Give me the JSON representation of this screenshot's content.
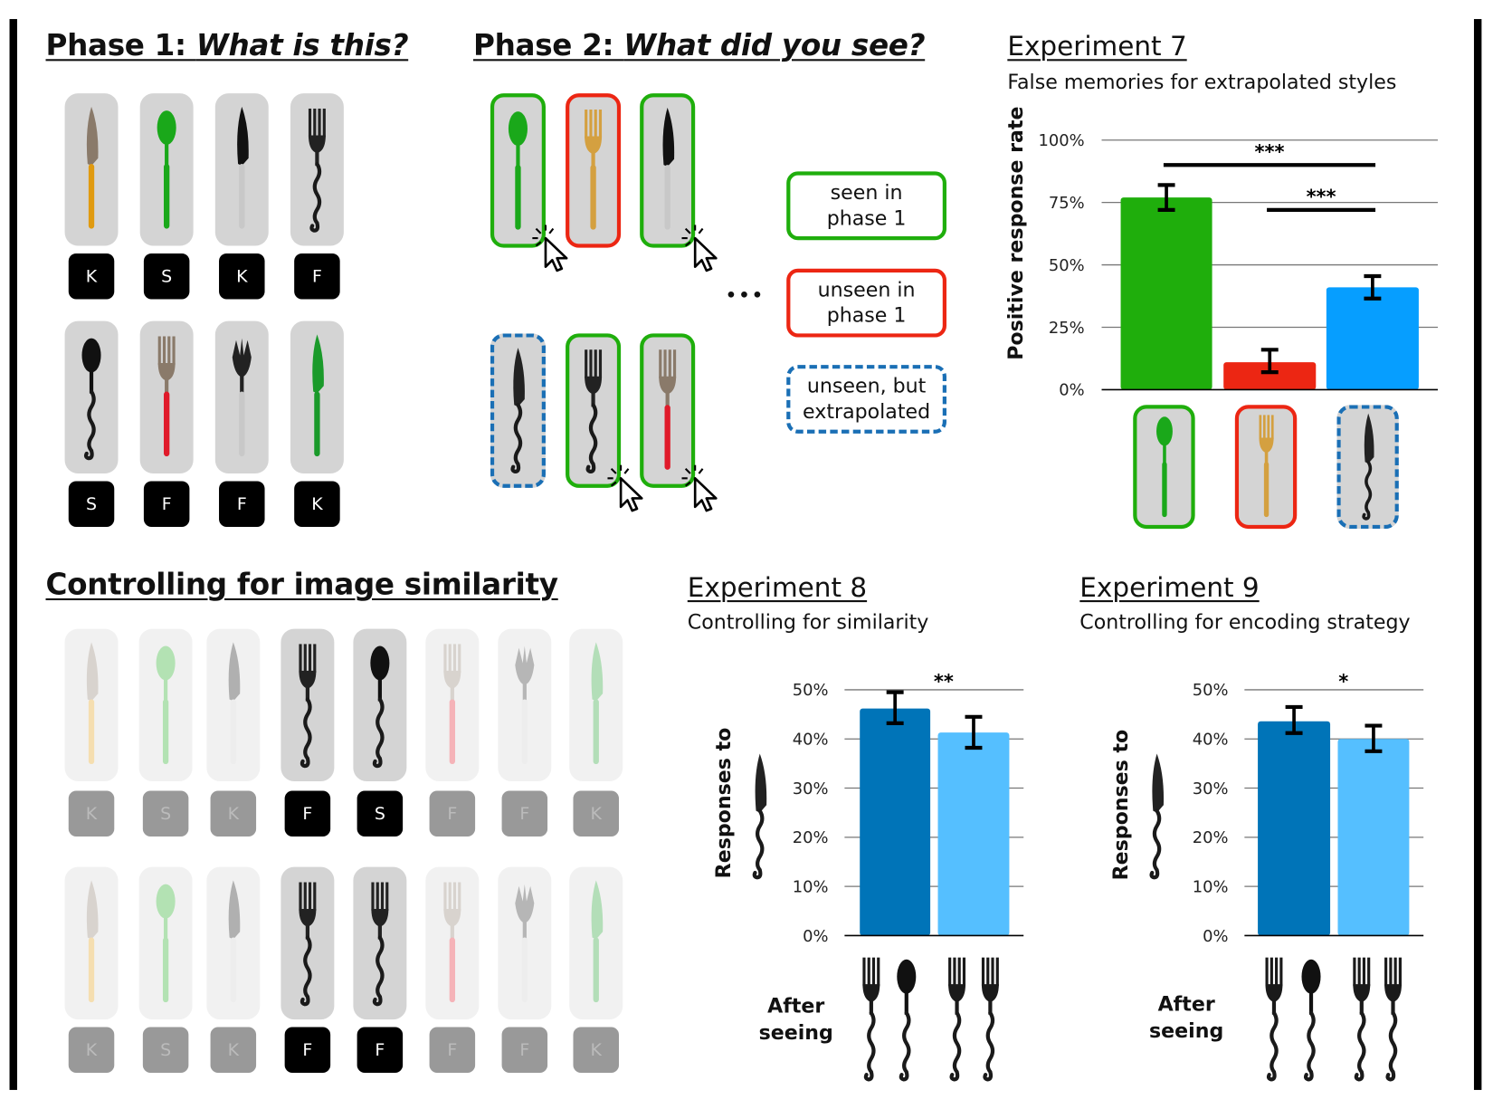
{
  "phase1": {
    "title_prefix": "Phase 1: ",
    "title_question": "What is this?",
    "tiles": [
      {
        "key": "K",
        "icon": "knife-icon",
        "blade": "#8a7a6a",
        "handle": "#e09a10"
      },
      {
        "key": "S",
        "icon": "spoon-icon",
        "blade": "#1aa81a",
        "handle": "#1aa81a"
      },
      {
        "key": "K",
        "icon": "knife-icon",
        "blade": "#111111",
        "handle": "#c8c8c8"
      },
      {
        "key": "F",
        "icon": "fork-icon",
        "blade": "#222222",
        "handle": "twisted"
      },
      {
        "key": "S",
        "icon": "spoon-icon",
        "blade": "#111111",
        "handle": "twisted"
      },
      {
        "key": "F",
        "icon": "fork-icon",
        "blade": "#8a7a6a",
        "handle": "#e01a2a"
      },
      {
        "key": "F",
        "icon": "spork-icon",
        "blade": "#222222",
        "handle": "#c8c8c8"
      },
      {
        "key": "K",
        "icon": "knife-icon",
        "blade": "#1a9a2a",
        "handle": "#1a9a2a"
      }
    ]
  },
  "phase2": {
    "title_prefix": "Phase 2: ",
    "title_question": "What did you see?",
    "cards": [
      {
        "status": "green",
        "icon": "spoon-icon",
        "blade": "#1aa81a",
        "handle": "#1aa81a",
        "clicked": true
      },
      {
        "status": "red",
        "icon": "fork-icon",
        "blade": "#d4a040",
        "handle": "#d4a040",
        "clicked": false
      },
      {
        "status": "green",
        "icon": "knife-icon",
        "blade": "#111111",
        "handle": "#c8c8c8",
        "clicked": true
      },
      {
        "status": "dashed",
        "icon": "knife-icon",
        "blade": "#222222",
        "handle": "twisted",
        "clicked": false
      },
      {
        "status": "green",
        "icon": "fork-icon",
        "blade": "#222222",
        "handle": "twisted",
        "clicked": true
      },
      {
        "status": "green",
        "icon": "fork-icon",
        "blade": "#8a7a6a",
        "handle": "#e01a2a",
        "clicked": true
      }
    ],
    "ellipsis": "• • •",
    "legend": [
      {
        "status": "green",
        "label": "seen in\nphase 1"
      },
      {
        "status": "red",
        "label": "unseen in\nphase 1"
      },
      {
        "status": "dashed",
        "label": "unseen, but\nextrapolated"
      }
    ]
  },
  "exp7": {
    "title": "Experiment 7",
    "subtitle": "False memories for extrapolated styles"
  },
  "control": {
    "title": "Controlling for image similarity",
    "row1": [
      {
        "key": "K",
        "icon": "knife-icon",
        "blade": "#8a7a6a",
        "handle": "#e09a10",
        "active": false
      },
      {
        "key": "S",
        "icon": "spoon-icon",
        "blade": "#1aa81a",
        "handle": "#1aa81a",
        "active": false
      },
      {
        "key": "K",
        "icon": "knife-icon",
        "blade": "#111111",
        "handle": "#c8c8c8",
        "active": false
      },
      {
        "key": "F",
        "icon": "fork-icon",
        "blade": "#222222",
        "handle": "twisted",
        "active": true
      },
      {
        "key": "S",
        "icon": "spoon-icon",
        "blade": "#111111",
        "handle": "twisted",
        "active": true
      },
      {
        "key": "F",
        "icon": "fork-icon",
        "blade": "#8a7a6a",
        "handle": "#e01a2a",
        "active": false
      },
      {
        "key": "F",
        "icon": "spork-icon",
        "blade": "#222222",
        "handle": "#c8c8c8",
        "active": false
      },
      {
        "key": "K",
        "icon": "knife-icon",
        "blade": "#1a9a2a",
        "handle": "#1a9a2a",
        "active": false
      }
    ],
    "row2": [
      {
        "key": "K",
        "icon": "knife-icon",
        "blade": "#8a7a6a",
        "handle": "#e09a10",
        "active": false
      },
      {
        "key": "S",
        "icon": "spoon-icon",
        "blade": "#1aa81a",
        "handle": "#1aa81a",
        "active": false
      },
      {
        "key": "K",
        "icon": "knife-icon",
        "blade": "#111111",
        "handle": "#c8c8c8",
        "active": false
      },
      {
        "key": "F",
        "icon": "fork-icon",
        "blade": "#222222",
        "handle": "twisted",
        "active": true
      },
      {
        "key": "F",
        "icon": "fork-icon",
        "blade": "#222222",
        "handle": "twisted",
        "active": true
      },
      {
        "key": "F",
        "icon": "fork-icon",
        "blade": "#8a7a6a",
        "handle": "#e01a2a",
        "active": false
      },
      {
        "key": "F",
        "icon": "spork-icon",
        "blade": "#222222",
        "handle": "#c8c8c8",
        "active": false
      },
      {
        "key": "K",
        "icon": "knife-icon",
        "blade": "#1a9a2a",
        "handle": "#1a9a2a",
        "active": false
      }
    ]
  },
  "exp8": {
    "title": "Experiment 8",
    "subtitle": "Controlling for similarity",
    "ylabel": "Responses to",
    "after": "After\nseeing"
  },
  "exp9": {
    "title": "Experiment 9",
    "subtitle": "Controlling for encoding strategy",
    "ylabel": "Responses to",
    "after": "After\nseeing"
  },
  "chart_data": [
    {
      "type": "bar",
      "title": "Experiment 7",
      "ylabel": "Positive response rate",
      "ylim": [
        0,
        100
      ],
      "ticks": [
        "0%",
        "25%",
        "50%",
        "75%",
        "100%"
      ],
      "tick_values": [
        0,
        25,
        50,
        75,
        100
      ],
      "grid": true,
      "categories": [
        "seen in phase 1",
        "unseen in phase 1",
        "unseen, but extrapolated"
      ],
      "values": [
        77,
        11,
        41
      ],
      "errors": [
        [
          72,
          82
        ],
        [
          7,
          16
        ],
        [
          36.5,
          45.5
        ]
      ],
      "colors": [
        "#1fae0c",
        "#ec2613",
        "#069eff"
      ],
      "significance": [
        {
          "from": 0,
          "to": 2,
          "y": 90,
          "label": "***"
        },
        {
          "from": 1,
          "to": 2,
          "y": 72,
          "label": "***"
        }
      ]
    },
    {
      "type": "bar",
      "title": "Experiment 8",
      "ylabel": "Responses to",
      "ylim": [
        0,
        50
      ],
      "ticks": [
        "0%",
        "10%",
        "20%",
        "30%",
        "40%",
        "50%"
      ],
      "tick_values": [
        0,
        10,
        20,
        30,
        40,
        50
      ],
      "grid": true,
      "categories": [
        "fork + spoon",
        "fork + fork"
      ],
      "values": [
        46.2,
        41.3
      ],
      "errors": [
        [
          43.2,
          49.5
        ],
        [
          38.2,
          44.5
        ]
      ],
      "colors": [
        "#0074b8",
        "#55bfff"
      ],
      "significance": [
        {
          "label": "**"
        }
      ]
    },
    {
      "type": "bar",
      "title": "Experiment 9",
      "ylabel": "Responses to",
      "ylim": [
        0,
        50
      ],
      "ticks": [
        "0%",
        "10%",
        "20%",
        "30%",
        "40%",
        "50%"
      ],
      "tick_values": [
        0,
        10,
        20,
        30,
        40,
        50
      ],
      "grid": true,
      "categories": [
        "fork + spoon",
        "fork + fork"
      ],
      "values": [
        43.6,
        40
      ],
      "errors": [
        [
          41.2,
          46.5
        ],
        [
          37.5,
          42.7
        ]
      ],
      "colors": [
        "#0074b8",
        "#55bfff"
      ],
      "significance": [
        {
          "label": "*"
        }
      ]
    }
  ]
}
